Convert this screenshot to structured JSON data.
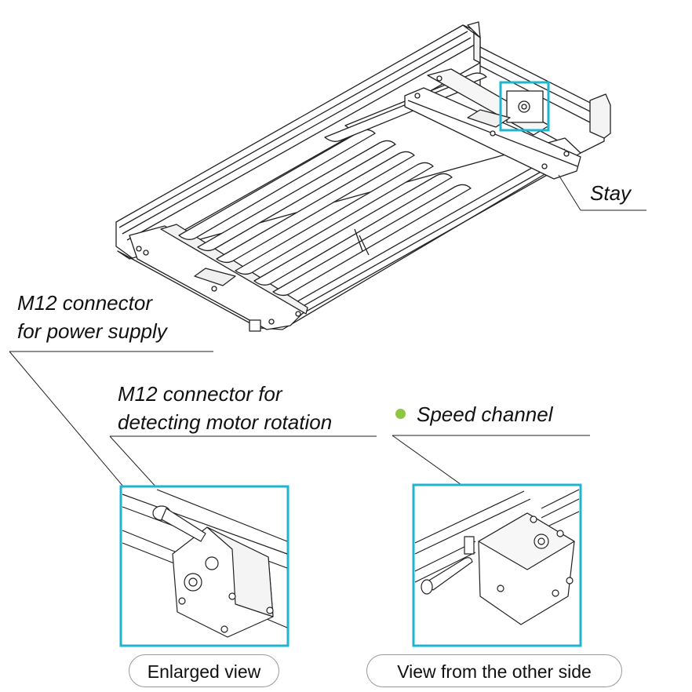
{
  "labels": {
    "stay": "Stay",
    "power_line1": "M12 connector",
    "power_line2": "for power supply",
    "motor_line1": "M12 connector for",
    "motor_line2": "detecting motor rotation",
    "speed": "Speed channel"
  },
  "captions": {
    "enlarged": "Enlarged view",
    "other_side": "View from the other side"
  },
  "colors": {
    "highlight_frame": "#1fb5d0",
    "speed_dot": "#8dc63f",
    "line": "#222222"
  },
  "icons": {
    "speed_marker": "green-dot"
  }
}
